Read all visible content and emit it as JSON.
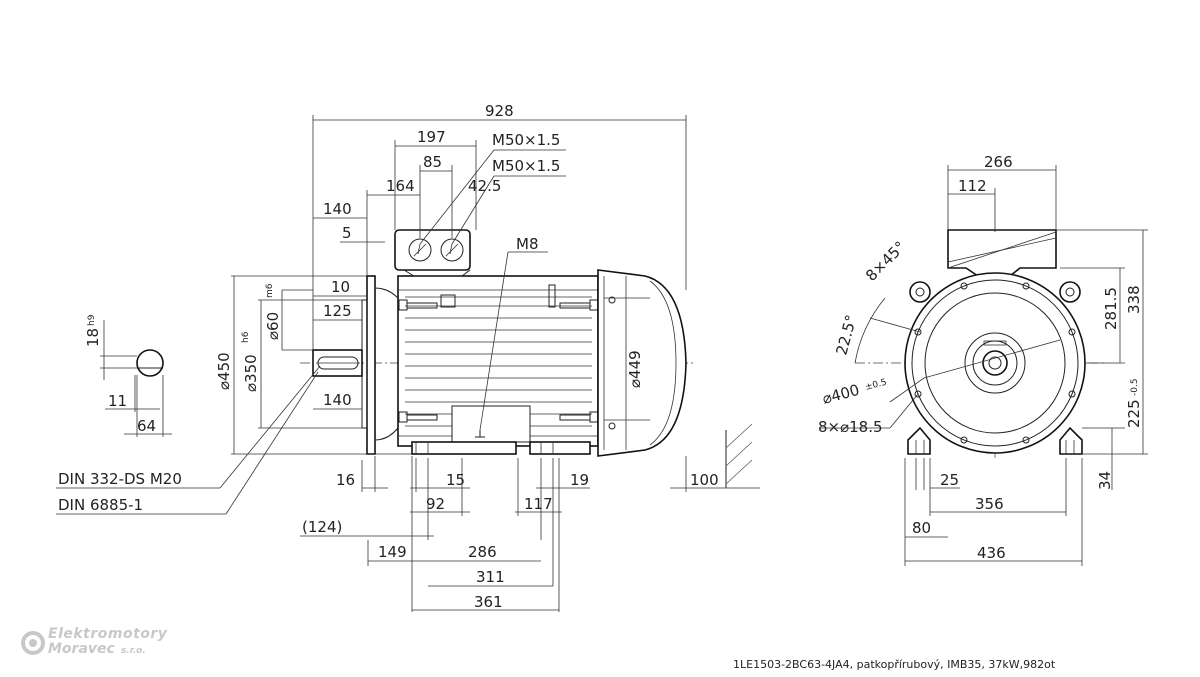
{
  "drawing": {
    "dimensions": {
      "overall_length": "928",
      "terminal_box_width": "197",
      "thread_1": "M50×1.5",
      "gland_spacing": "85",
      "thread_2": "M50×1.5",
      "box_offset": "164",
      "gland_offset": "42.5",
      "flange_to_box": "140",
      "spigot_depth": "5",
      "flange_thickness": "10",
      "shaft_length": "125",
      "shaft_diameter": "⌀60",
      "shaft_tol": "m6",
      "flange_diameter": "⌀450",
      "spigot_diameter": "⌀350",
      "spigot_tol": "h6",
      "shaft_key_length": "140",
      "body_diameter": "⌀449",
      "earth_thread": "M8",
      "key_height": "18",
      "key_tol": "h9",
      "key_width": "11",
      "shaft_height": "64",
      "flange_side": "16",
      "foot_b": "15",
      "foot_c": "92",
      "foot_d": "117",
      "foot_e": "19",
      "rear_clear": "100",
      "ref_124": "(124)",
      "dist_149": "149",
      "dist_286": "286",
      "dist_311": "311",
      "dist_361": "361",
      "side_width": "266",
      "side_box": "112",
      "chamfer": "8×45°",
      "angle": "22.5°",
      "height_281": "281.5",
      "height_338": "338",
      "pcd": "⌀400",
      "pcd_tol": "±0.5",
      "holes": "8×⌀18.5",
      "shaft_ht": "225",
      "shaft_ht_tol": "-0.5",
      "foot_ht": "34",
      "foot_hole": "25",
      "foot_spacing": "356",
      "foot_80": "80",
      "foot_total": "436"
    },
    "notes": {
      "din_1": "DIN 332-DS M20",
      "din_2": "DIN 6885-1"
    }
  },
  "logo": {
    "line1": "Elektromotory",
    "line2": "Moravec",
    "suffix": "s.r.o."
  },
  "caption": "1LE1503-2BC63-4JA4, patkopřírubový, IMB35, 37kW,982ot",
  "colors": {
    "line": "#222222",
    "logo": "#c8c8c8",
    "background": "#ffffff"
  },
  "icons": {
    "earth": "earth-ground-icon",
    "logo": "gear-icon"
  }
}
